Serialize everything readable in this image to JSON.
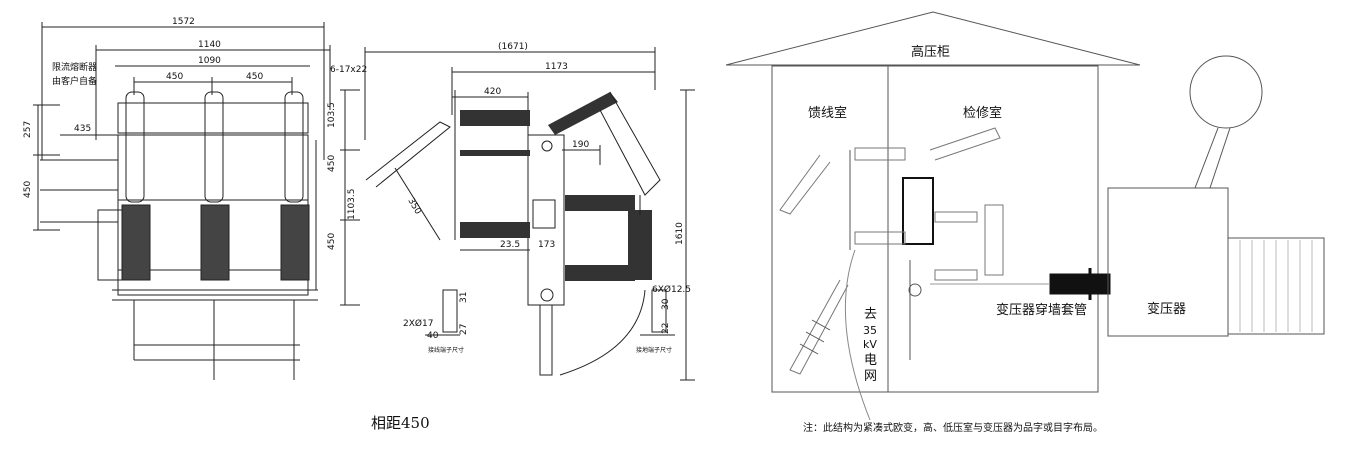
{
  "left_drawing": {
    "dims": {
      "overall_width": "1572",
      "mid_width": "1140",
      "inner_width": "1090",
      "pitch_left": "450",
      "pitch_right": "450",
      "height_top": "257",
      "height_left": "450",
      "offset_435": "435",
      "holes": "6-17x22",
      "v_103_5": "103.5",
      "v_450_a": "450",
      "v_1103_5": "1103.5",
      "v_450_b": "450"
    },
    "notes": [
      "限流熔断器",
      "由客户自备"
    ]
  },
  "middle_drawing": {
    "dims": {
      "overall_depth": "(1671)",
      "depth_1173": "1173",
      "d_420": "420",
      "d_190": "190",
      "d_23_5": "23.5",
      "d_173": "173",
      "h_1610": "1610",
      "arc_350": "350",
      "holes_left": "2XØ17",
      "holes_right": "6XØ12.5",
      "d_40": "40",
      "d_27": "27",
      "d_31": "31",
      "d_22": "22",
      "d_30": "30"
    },
    "small_captions": [
      "接线端子尺寸",
      "接地端子尺寸"
    ],
    "caption": "相距450"
  },
  "right_drawing": {
    "roof_label": "高压柜",
    "room_left": "馈线室",
    "room_right": "检修室",
    "bushing_label": "变压器穿墙套管",
    "transformer_label": "变压器",
    "grid_label": [
      "去",
      "35",
      "kV",
      "电",
      "网"
    ],
    "note": "注：此结构为紧凑式欧变，高、低压室与变压器为品字或目字布局。"
  }
}
